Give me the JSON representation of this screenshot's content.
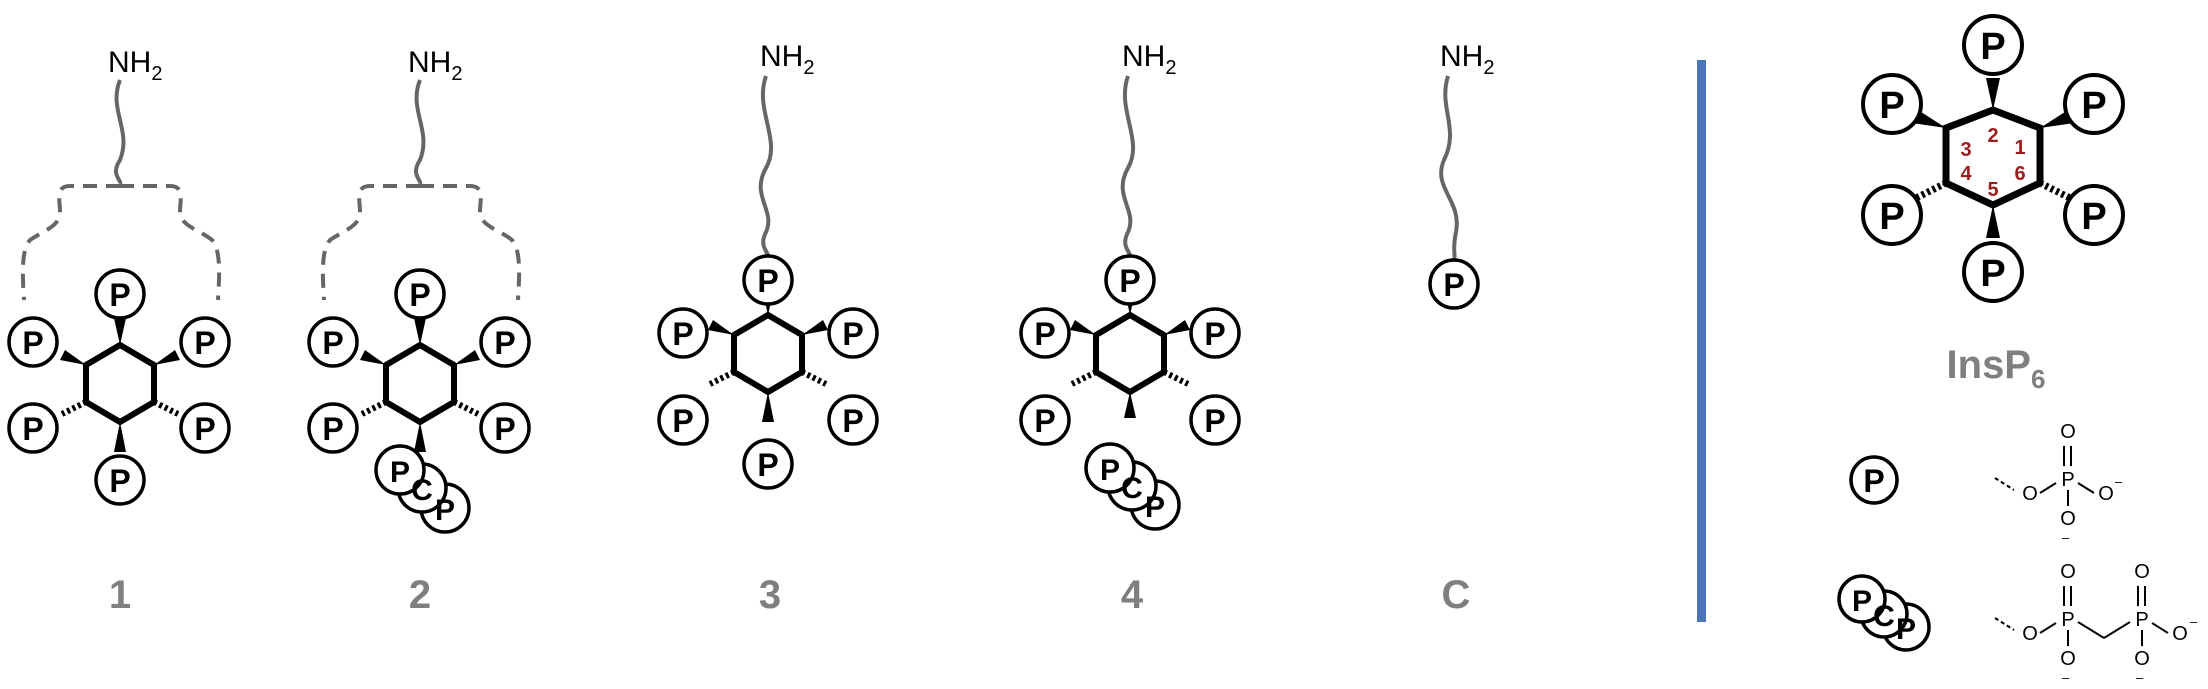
{
  "compounds": {
    "c1": "1",
    "c2": "2",
    "c3": "3",
    "c4": "4",
    "cC": "C"
  },
  "amine": {
    "nh": "NH",
    "sub": "2"
  },
  "phosphate_label": "P",
  "pcp_labels": [
    "P",
    "C",
    "P"
  ],
  "insp6": {
    "prefix": "InsP",
    "sub": "6"
  },
  "ring_numbers": [
    "1",
    "2",
    "3",
    "4",
    "5",
    "6"
  ],
  "chem": {
    "O": "O",
    "P": "P",
    "minus": "–"
  },
  "colors": {
    "divider": "#4a76b5",
    "gray_label": "#7f7f7f",
    "ring_numbers": "#9b1c1c",
    "linker": "#666666"
  }
}
